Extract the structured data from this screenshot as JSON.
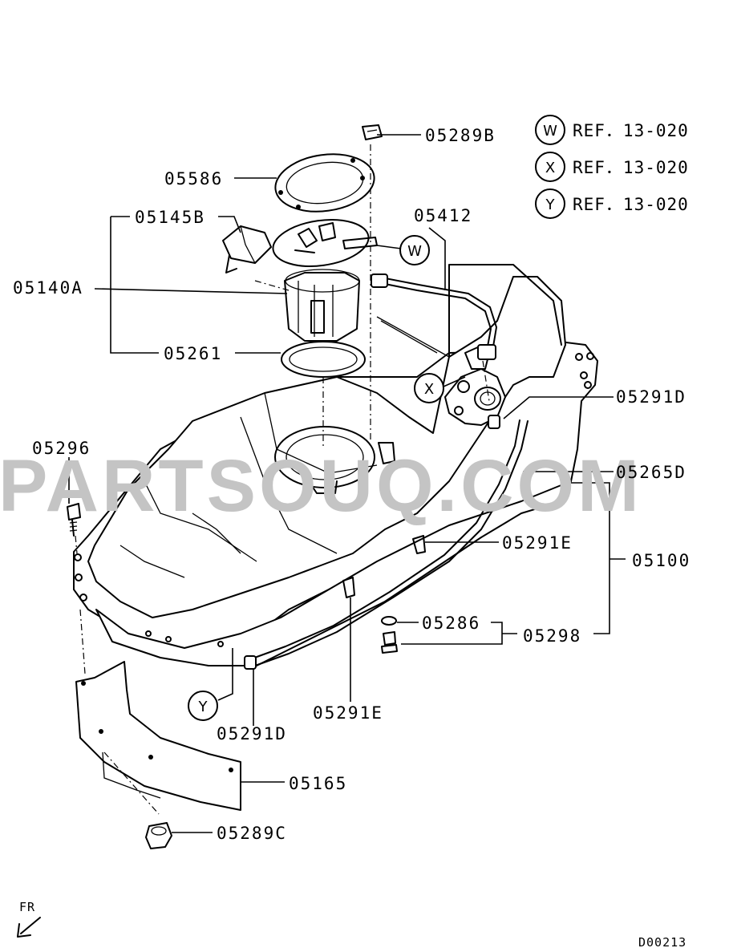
{
  "watermark": "PARTSOUQ.COM",
  "references": [
    {
      "letter": "W",
      "text": "REF．13-020"
    },
    {
      "letter": "X",
      "text": "REF．13-020"
    },
    {
      "letter": "Y",
      "text": "REF．13-020"
    }
  ],
  "callouts": {
    "W": "W",
    "X": "X",
    "Y": "Y"
  },
  "labels": {
    "p05289B": "05289B",
    "p05586": "05586",
    "p05145B": "05145B",
    "p05412": "05412",
    "p05140A": "05140A",
    "p05261": "05261",
    "p05291D_right": "05291D",
    "p05296": "05296",
    "p05265D": "05265D",
    "p05291E_right": "05291E",
    "p05100": "05100",
    "p05286": "05286",
    "p05298": "05298",
    "p05291E_bottom": "05291E",
    "p05291D_bottom": "05291D",
    "p05165": "05165",
    "p05289C": "05289C"
  },
  "direction": "FR",
  "diagram_code": "D00213"
}
